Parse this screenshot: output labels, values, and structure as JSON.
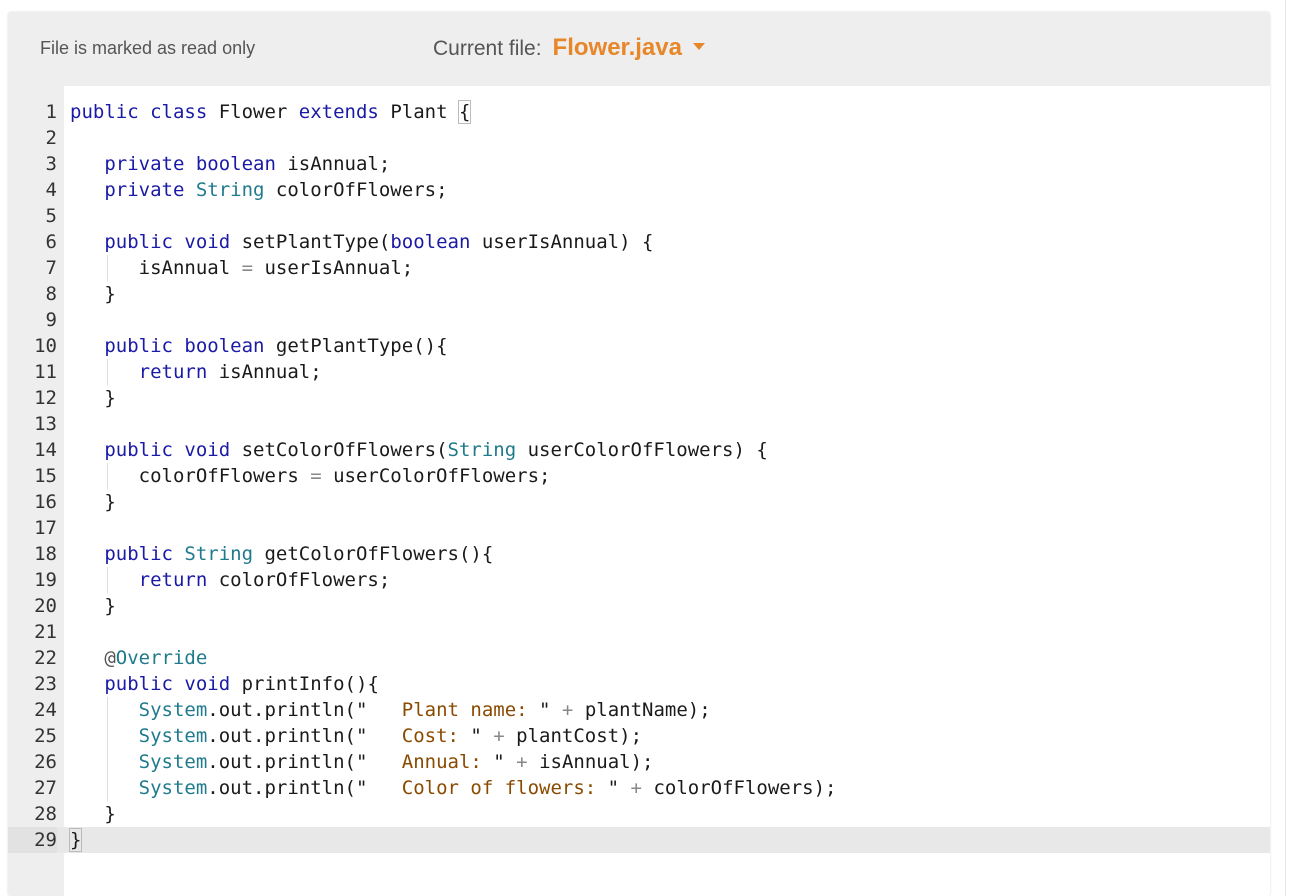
{
  "header": {
    "readonly_label": "File is marked as read only",
    "current_file_label": "Current file:",
    "current_file": "Flower.java",
    "accent_color": "#e8862a"
  },
  "editor": {
    "lines": [
      [
        [
          "kw",
          "public "
        ],
        [
          "kw",
          "class "
        ],
        [
          "plain",
          "Flower "
        ],
        [
          "kw",
          "extends "
        ],
        [
          "plain",
          "Plant "
        ],
        [
          "box",
          "{"
        ]
      ],
      [],
      [
        [
          "plain",
          "   "
        ],
        [
          "kw",
          "private "
        ],
        [
          "kw",
          "boolean "
        ],
        [
          "plain",
          "isAnnual;"
        ]
      ],
      [
        [
          "plain",
          "   "
        ],
        [
          "kw",
          "private "
        ],
        [
          "typ",
          "String "
        ],
        [
          "plain",
          "colorOfFlowers;"
        ]
      ],
      [],
      [
        [
          "plain",
          "   "
        ],
        [
          "kw",
          "public "
        ],
        [
          "kw",
          "void "
        ],
        [
          "plain",
          "setPlantType("
        ],
        [
          "kw",
          "boolean "
        ],
        [
          "plain",
          "userIsAnnual) {"
        ]
      ],
      [
        [
          "plain",
          "      isAnnual "
        ],
        [
          "op",
          "="
        ],
        [
          "plain",
          " userIsAnnual;"
        ]
      ],
      [
        [
          "plain",
          "   }"
        ]
      ],
      [],
      [
        [
          "plain",
          "   "
        ],
        [
          "kw",
          "public "
        ],
        [
          "kw",
          "boolean "
        ],
        [
          "plain",
          "getPlantType(){"
        ]
      ],
      [
        [
          "plain",
          "      "
        ],
        [
          "kw",
          "return "
        ],
        [
          "plain",
          "isAnnual;"
        ]
      ],
      [
        [
          "plain",
          "   }"
        ]
      ],
      [],
      [
        [
          "plain",
          "   "
        ],
        [
          "kw",
          "public "
        ],
        [
          "kw",
          "void "
        ],
        [
          "plain",
          "setColorOfFlowers("
        ],
        [
          "typ",
          "String "
        ],
        [
          "plain",
          "userColorOfFlowers) {"
        ]
      ],
      [
        [
          "plain",
          "      colorOfFlowers "
        ],
        [
          "op",
          "="
        ],
        [
          "plain",
          " userColorOfFlowers;"
        ]
      ],
      [
        [
          "plain",
          "   }"
        ]
      ],
      [],
      [
        [
          "plain",
          "   "
        ],
        [
          "kw",
          "public "
        ],
        [
          "typ",
          "String "
        ],
        [
          "plain",
          "getColorOfFlowers(){"
        ]
      ],
      [
        [
          "plain",
          "      "
        ],
        [
          "kw",
          "return "
        ],
        [
          "plain",
          "colorOfFlowers;"
        ]
      ],
      [
        [
          "plain",
          "   }"
        ]
      ],
      [],
      [
        [
          "plain",
          "   "
        ],
        [
          "ann",
          "@"
        ],
        [
          "typ",
          "Override"
        ]
      ],
      [
        [
          "plain",
          "   "
        ],
        [
          "kw",
          "public "
        ],
        [
          "kw",
          "void "
        ],
        [
          "plain",
          "printInfo(){"
        ]
      ],
      [
        [
          "plain",
          "      "
        ],
        [
          "typ",
          "System"
        ],
        [
          "plain",
          ".out.println(\""
        ],
        [
          "str",
          "   Plant name: "
        ],
        [
          "plain",
          "\" "
        ],
        [
          "op",
          "+"
        ],
        [
          "plain",
          " plantName);"
        ]
      ],
      [
        [
          "plain",
          "      "
        ],
        [
          "typ",
          "System"
        ],
        [
          "plain",
          ".out.println(\""
        ],
        [
          "str",
          "   Cost: "
        ],
        [
          "plain",
          "\" "
        ],
        [
          "op",
          "+"
        ],
        [
          "plain",
          " plantCost);"
        ]
      ],
      [
        [
          "plain",
          "      "
        ],
        [
          "typ",
          "System"
        ],
        [
          "plain",
          ".out.println(\""
        ],
        [
          "str",
          "   Annual: "
        ],
        [
          "plain",
          "\" "
        ],
        [
          "op",
          "+"
        ],
        [
          "plain",
          " isAnnual);"
        ]
      ],
      [
        [
          "plain",
          "      "
        ],
        [
          "typ",
          "System"
        ],
        [
          "plain",
          ".out.println(\""
        ],
        [
          "str",
          "   Color of flowers: "
        ],
        [
          "plain",
          "\" "
        ],
        [
          "op",
          "+"
        ],
        [
          "plain",
          " colorOfFlowers);"
        ]
      ],
      [
        [
          "plain",
          "   }"
        ]
      ],
      [
        [
          "box",
          "}"
        ],
        [
          "cursor",
          ""
        ]
      ]
    ],
    "active_line": 29
  }
}
